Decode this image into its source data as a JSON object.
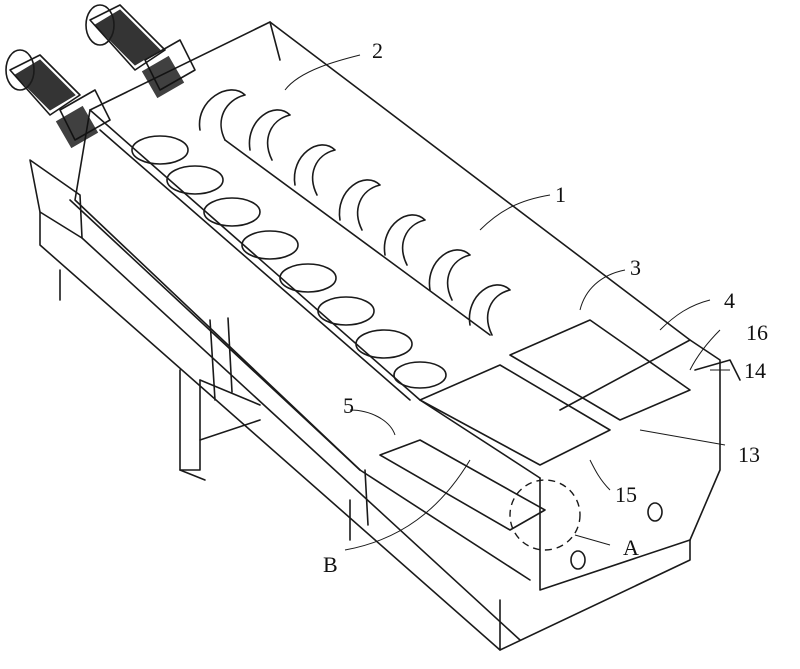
{
  "labels": {
    "l1": "1",
    "l2": "2",
    "l3": "3",
    "l4": "4",
    "l5": "5",
    "l13": "13",
    "l14": "14",
    "l15": "15",
    "l16": "16",
    "lA": "A",
    "lB": "B"
  }
}
